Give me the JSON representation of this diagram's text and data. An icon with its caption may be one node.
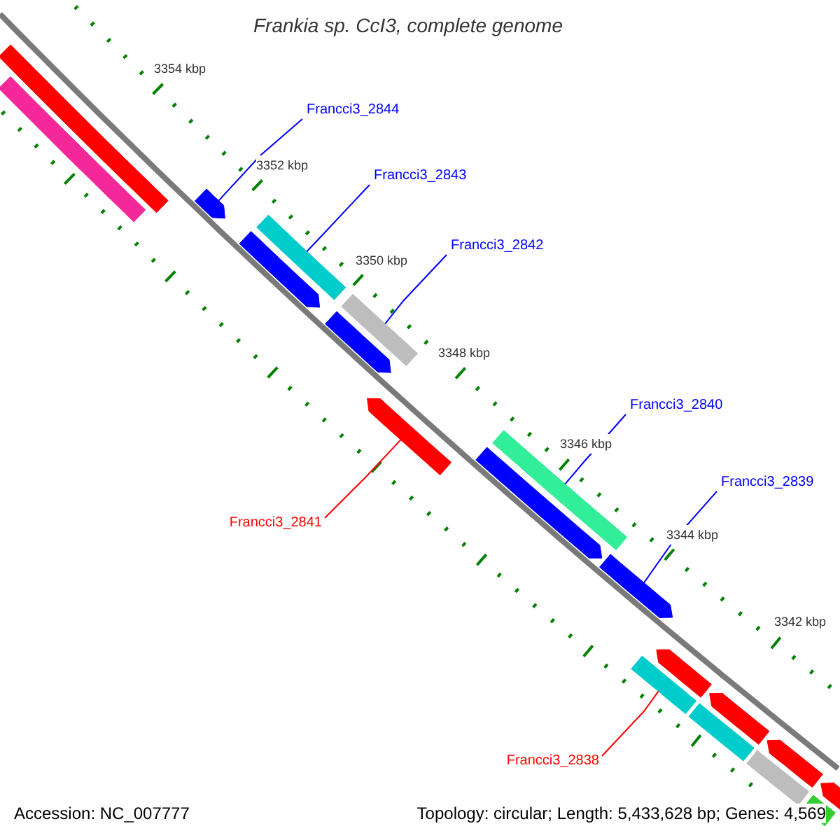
{
  "diagram": {
    "title": "Frankia sp. CcI3, complete genome",
    "nodes": [
      {
        "text": [
          "Francci3_2844"
        ]
      },
      {
        "text": [
          "Francci3_2843"
        ]
      },
      {
        "text": [
          "Francci3_2842"
        ]
      },
      {
        "text": [
          "Francci3_2840"
        ]
      },
      {
        "text": [
          "Francci3_2839"
        ]
      },
      {
        "text": [
          "Francci3_2841"
        ]
      },
      {
        "text": [
          "Francci3_2838"
        ]
      },
      {
        "text": [],
        "shape": "bar"
      },
      {
        "text": [],
        "shape": "bar"
      },
      {
        "text": [],
        "shape": "bar"
      },
      {
        "text": [],
        "shape": "bar"
      },
      {
        "text": [],
        "shape": "bar"
      },
      {
        "text": [],
        "shape": "bar"
      },
      {
        "text": [],
        "shape": "bar"
      },
      {
        "text": [],
        "shape": "bar"
      },
      {
        "text": [],
        "shape": "bar"
      },
      {
        "text": [],
        "shape": "bar"
      },
      {
        "text": [],
        "shape": "bar"
      },
      {
        "text": [],
        "shape": "bar"
      },
      {
        "text": [],
        "shape": "bar"
      },
      {
        "text": [],
        "shape": "bar"
      },
      {
        "text": [],
        "shape": "bar"
      },
      {
        "text": [],
        "shape": "bar"
      },
      {
        "text": [],
        "shape": "bar"
      },
      {
        "text": [],
        "shape": "bar"
      },
      {
        "text": [],
        "shape": "bar"
      }
    ],
    "edges": [
      {
        "from": 0,
        "to": 9,
        "arrow": "none"
      },
      {
        "from": 1,
        "to": 11,
        "arrow": "none"
      },
      {
        "from": 2,
        "to": 13,
        "arrow": "none"
      },
      {
        "from": 3,
        "to": 16,
        "arrow": "none"
      },
      {
        "from": 4,
        "to": 17,
        "arrow": "none"
      },
      {
        "from": 5,
        "to": 14,
        "arrow": "none",
        "color": "#ff0000"
      },
      {
        "from": 6,
        "to": 18,
        "arrow": "none",
        "color": "#ff0000"
      }
    ],
    "labels": [
      "3354 kbp",
      "3352 kbp",
      "3350 kbp",
      "3348 kbp",
      "3346 kbp",
      "3344 kbp",
      "3342 kbp",
      "Accession: NC_007777",
      "Topology: circular; Length: 5,433,628 bp; Genes: 4,569"
    ]
  }
}
